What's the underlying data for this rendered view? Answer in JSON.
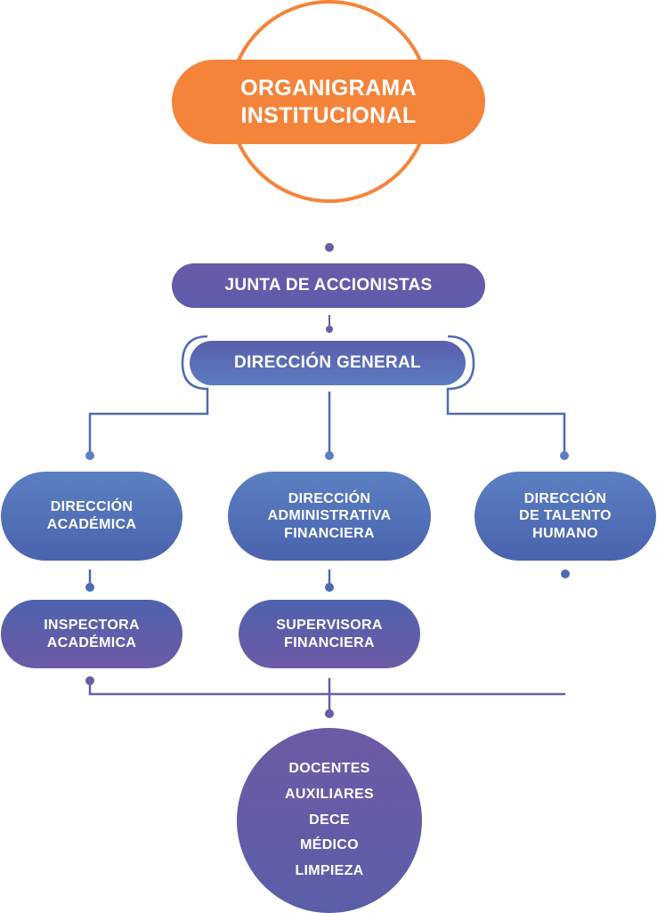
{
  "title": {
    "line1": "ORGANIGRAMA",
    "line2": "INSTITUCIONAL"
  },
  "colors": {
    "accent_orange": "#f5843b",
    "blue": "#4f6ab4",
    "violet": "#6b5aa8"
  },
  "nodes": {
    "junta": "JUNTA DE ACCIONISTAS",
    "direccion_general": "DIRECCIÓN GENERAL",
    "academica": [
      "DIRECCIÓN",
      "ACADÉMICA"
    ],
    "administrativa": [
      "DIRECCIÓN",
      "ADMINISTRATIVA",
      "FINANCIERA"
    ],
    "talento": [
      "DIRECCIÓN",
      "DE TALENTO",
      "HUMANO"
    ],
    "inspectora": [
      "INSPECTORA",
      "ACADÉMICA"
    ],
    "supervisora": [
      "SUPERVISORA",
      "FINANCIERA"
    ],
    "personal": [
      "DOCENTES",
      "AUXILIARES",
      "DECE",
      "MÉDICO",
      "LIMPIEZA"
    ]
  }
}
